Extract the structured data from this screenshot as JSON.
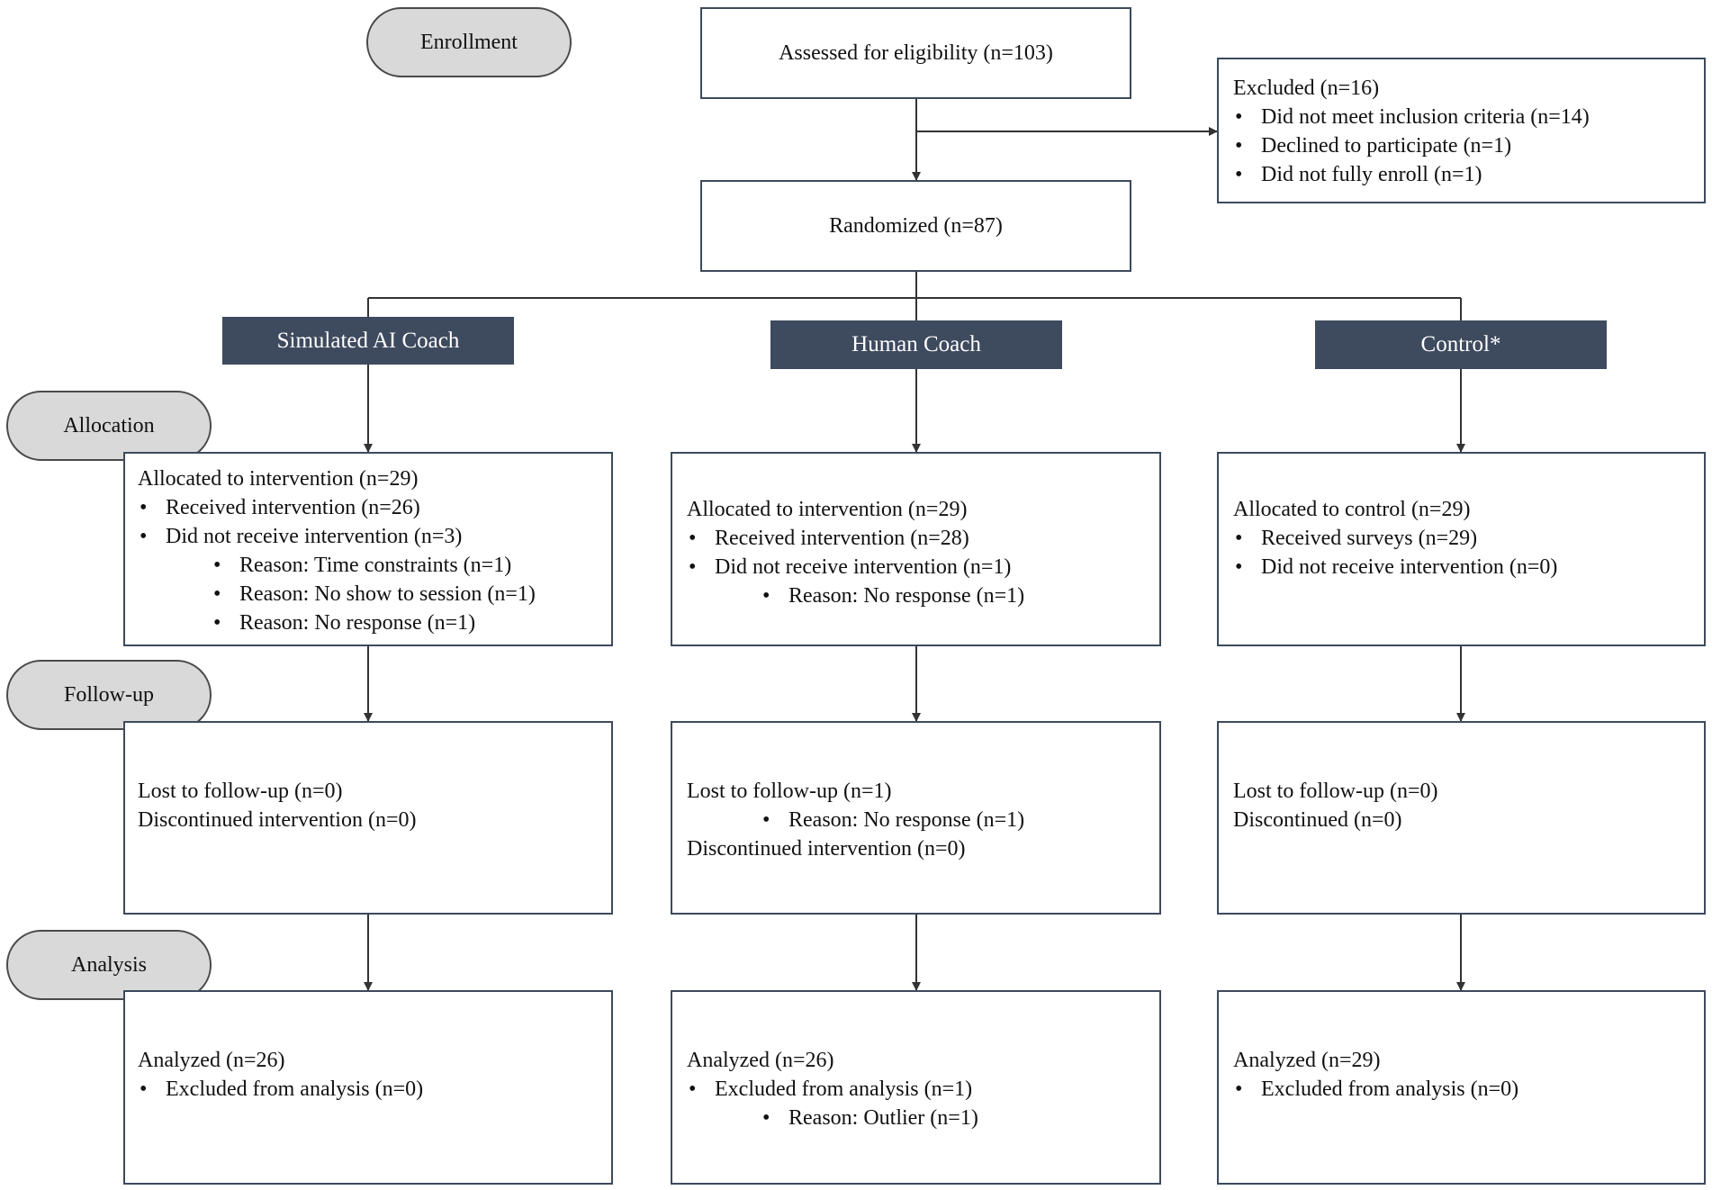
{
  "stages": {
    "enrollment": "Enrollment",
    "allocation": "Allocation",
    "followup": "Follow-up",
    "analysis": "Analysis"
  },
  "assessed": "Assessed for eligibility (n=103)",
  "excluded": {
    "title": "Excluded (n=16)",
    "items": [
      "Did not meet inclusion criteria (n=14)",
      "Declined to participate (n=1)",
      "Did not fully enroll (n=1)"
    ]
  },
  "randomized": "Randomized (n=87)",
  "arms": {
    "ai": "Simulated AI Coach",
    "human": "Human Coach",
    "control": "Control*"
  },
  "allocation": {
    "ai": {
      "title": "Allocated to intervention (n=29)",
      "b1": "Received intervention (n=26)",
      "b2": "Did not receive intervention (n=3)",
      "r1": "Reason: Time constraints (n=1)",
      "r2": "Reason: No show to session (n=1)",
      "r3": "Reason: No response (n=1)"
    },
    "human": {
      "title": "Allocated to intervention (n=29)",
      "b1": "Received intervention (n=28)",
      "b2": "Did not receive intervention (n=1)",
      "r1": "Reason: No response (n=1)"
    },
    "control": {
      "title": "Allocated to control (n=29)",
      "b1": "Received surveys (n=29)",
      "b2": "Did not receive intervention (n=0)"
    }
  },
  "followup": {
    "ai": {
      "l1": "Lost to follow-up (n=0)",
      "l2": "Discontinued intervention (n=0)"
    },
    "human": {
      "l1": "Lost to follow-up (n=1)",
      "r1": "Reason: No response (n=1)",
      "l2": "Discontinued intervention (n=0)"
    },
    "control": {
      "l1": "Lost to follow-up (n=0)",
      "l2": "Discontinued (n=0)"
    }
  },
  "analysis": {
    "ai": {
      "title": "Analyzed (n=26)",
      "b1": "Excluded from analysis (n=0)"
    },
    "human": {
      "title": "Analyzed (n=26)",
      "b1": "Excluded from analysis (n=1)",
      "r1": "Reason: Outlier (n=1)"
    },
    "control": {
      "title": "Analyzed (n=29)",
      "b1": "Excluded from analysis (n=0)"
    }
  },
  "colors": {
    "arm_header_fill": "#3e4a5e",
    "stage_fill": "#d9d9d9",
    "box_border": "#3c4a5c",
    "connector": "#333333"
  }
}
